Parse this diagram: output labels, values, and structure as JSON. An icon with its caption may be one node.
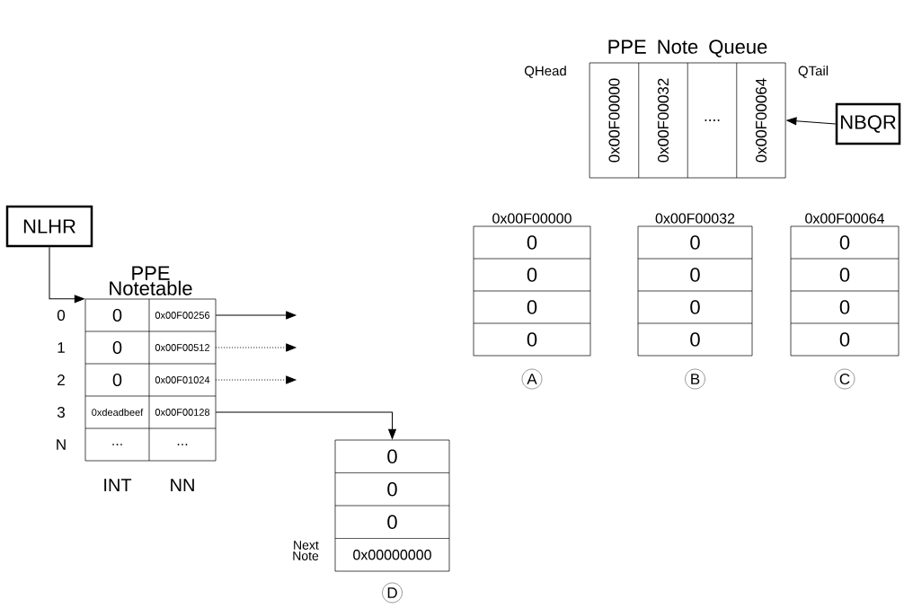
{
  "diagram": {
    "nodes": [
      {
        "text": [
          "NLHR"
        ]
      },
      {
        "text": [
          "PPE Notetable"
        ]
      },
      {
        "text": [
          "0"
        ],
        "in": 1
      },
      {
        "text": [
          "0x00F00256"
        ],
        "in": 1
      },
      {
        "text": [
          "0"
        ],
        "in": 1
      },
      {
        "text": [
          "0x00F00512"
        ],
        "in": 1
      },
      {
        "text": [
          "0"
        ],
        "in": 1
      },
      {
        "text": [
          "0x00F01024"
        ],
        "in": 1
      },
      {
        "text": [
          "0xdeadbeef"
        ],
        "in": 1
      },
      {
        "text": [
          "0x00F00128"
        ],
        "in": 1
      },
      {
        "text": [
          "..."
        ],
        "in": 1
      },
      {
        "text": [
          "..."
        ],
        "in": 1
      },
      {
        "text": [
          "PPE Note Queue"
        ]
      },
      {
        "text": [
          "0x00F00000"
        ],
        "in": 12
      },
      {
        "text": [
          "0x00F00032"
        ],
        "in": 12
      },
      {
        "text": [
          "...."
        ],
        "in": 12
      },
      {
        "text": [
          "0x00F00064"
        ],
        "in": 12
      },
      {
        "text": [
          "NBQR"
        ]
      },
      {
        "text": [
          "0x00F00000"
        ],
        "beside": [
          "A"
        ]
      },
      {
        "text": [
          "0"
        ],
        "in": 18
      },
      {
        "text": [
          "0"
        ],
        "in": 18
      },
      {
        "text": [
          "0"
        ],
        "in": 18
      },
      {
        "text": [
          "0"
        ],
        "in": 18
      },
      {
        "text": [
          "0x00F00032"
        ],
        "beside": [
          "B"
        ]
      },
      {
        "text": [
          "0"
        ],
        "in": 23
      },
      {
        "text": [
          "0"
        ],
        "in": 23
      },
      {
        "text": [
          "0"
        ],
        "in": 23
      },
      {
        "text": [
          "0"
        ],
        "in": 23
      },
      {
        "text": [
          "0x00F00064"
        ],
        "beside": [
          "C"
        ]
      },
      {
        "text": [
          "0"
        ],
        "in": 28
      },
      {
        "text": [
          "0"
        ],
        "in": 28
      },
      {
        "text": [
          "0"
        ],
        "in": 28
      },
      {
        "text": [
          "0"
        ],
        "in": 28
      },
      {
        "text": [],
        "shape": "box",
        "beside": [
          "D"
        ]
      },
      {
        "text": [
          "0"
        ],
        "in": 33
      },
      {
        "text": [
          "0"
        ],
        "in": 33
      },
      {
        "text": [
          "0"
        ],
        "in": 33
      },
      {
        "text": [
          "0x00000000"
        ],
        "in": 33
      }
    ],
    "edges": [
      {
        "from": 0,
        "to": 1,
        "arrow": "to"
      },
      {
        "from": 3,
        "to": null,
        "arrow": "to"
      },
      {
        "from": 5,
        "to": null,
        "arrow": "to",
        "style": "dashed"
      },
      {
        "from": 7,
        "to": null,
        "arrow": "to",
        "style": "dashed"
      },
      {
        "from": 9,
        "to": 34,
        "arrow": "to"
      },
      {
        "from": 17,
        "to": 16,
        "arrow": "to"
      }
    ],
    "labels": [
      "QHead",
      "QTail",
      "0",
      "1",
      "2",
      "3",
      "N",
      "INT",
      "NN",
      "Next Note"
    ]
  }
}
